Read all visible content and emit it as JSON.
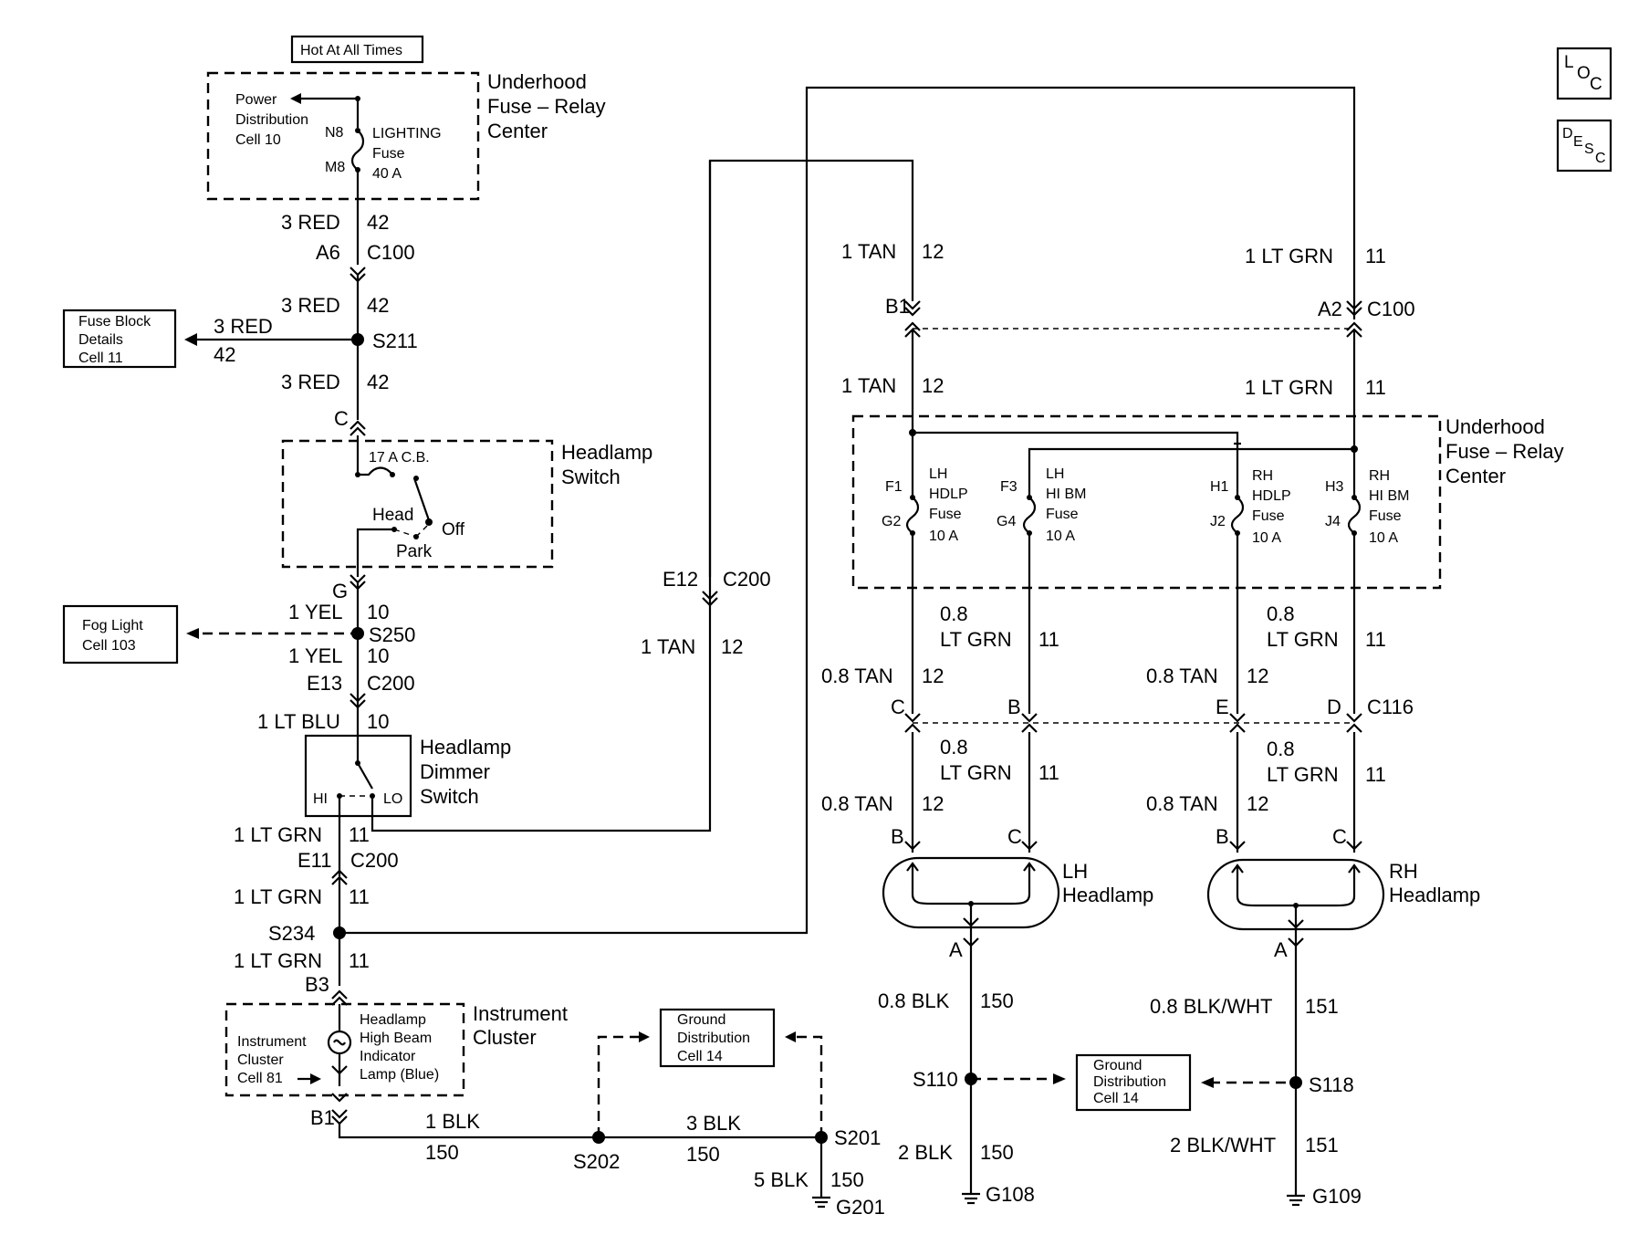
{
  "labels": {
    "hot_at_all_times": "Hot At All Times",
    "uh_fuse_top": [
      "Underhood",
      "Fuse – Relay",
      "Center"
    ],
    "power_dist": [
      "Power",
      "Distribution",
      "Cell 10"
    ],
    "n8": "N8",
    "m8": "M8",
    "lighting_fuse": [
      "LIGHTING",
      "Fuse",
      "40 A"
    ],
    "w_3red_a": "3 RED",
    "c_42_a": "42",
    "a6": "A6",
    "c100_a": "C100",
    "w_3red_b": "3 RED",
    "c_42_b": "42",
    "fuse_block": [
      "Fuse Block",
      "Details",
      "Cell 11"
    ],
    "w_3red_c": "3 RED",
    "c_42_c": "42",
    "s211": "S211",
    "w_3red_d": "3 RED",
    "c_42_d": "42",
    "pin_c_a": "C",
    "cb17": "17 A C.B.",
    "headlamp_switch": [
      "Headlamp",
      "Switch"
    ],
    "head": "Head",
    "off": "Off",
    "park": "Park",
    "pin_g": "G",
    "fog_light": [
      "Fog Light",
      "Cell 103"
    ],
    "w_1yel_a": "1 YEL",
    "c_10_a": "10",
    "s250": "S250",
    "w_1yel_b": "1 YEL",
    "c_10_b": "10",
    "e13": "E13",
    "c200_a": "C200",
    "w_1ltblu": "1 LT BLU",
    "c_10_c": "10",
    "dimmer": [
      "Headlamp",
      "Dimmer",
      "Switch"
    ],
    "hi": "HI",
    "lo": "LO",
    "w_1ltgrn_a": "1 LT GRN",
    "c_11_a": "11",
    "e11": "E11",
    "c200_b": "C200",
    "w_1ltgrn_b": "1 LT GRN",
    "c_11_b": "11",
    "s234": "S234",
    "w_1ltgrn_c": "1 LT GRN",
    "c_11_c": "11",
    "b3": "B3",
    "inst_cluster": [
      "Instrument",
      "Cluster"
    ],
    "inst_cell": [
      "Instrument",
      "Cluster",
      "Cell 81"
    ],
    "hb_lamp": [
      "Headlamp",
      "High Beam",
      "Indicator",
      "Lamp (Blue)"
    ],
    "b1_a": "B1",
    "w_1blk": "1 BLK",
    "c_150_a": "150",
    "s202": "S202",
    "w_3blk": "3 BLK",
    "c_150_b": "150",
    "s201": "S201",
    "w_5blk": "5 BLK",
    "c_150_c": "150",
    "g201": "G201",
    "gnd_dist_a": [
      "Ground",
      "Distribution",
      "Cell 14"
    ],
    "e12": "E12",
    "c200_c": "C200",
    "w_1tan_a": "1 TAN",
    "c_12_a": "12",
    "w_1tan_b": "1 TAN",
    "c_12_b": "12",
    "b1_b": "B1",
    "w_1tan_c": "1 TAN",
    "c_12_c": "12",
    "w_1ltgrn_d": "1 LT GRN",
    "c_11_d": "11",
    "a2": "A2",
    "c100_b": "C100",
    "w_1ltgrn_e": "1 LT GRN",
    "c_11_e": "11",
    "uh_fuse_right": [
      "Underhood",
      "Fuse – Relay",
      "Center"
    ],
    "f1": "F1",
    "g2": "G2",
    "lh_hdlp": [
      "LH",
      "HDLP",
      "Fuse",
      "10 A"
    ],
    "f3": "F3",
    "g4": "G4",
    "lh_hibm": [
      "LH",
      "HI BM",
      "Fuse",
      "10 A"
    ],
    "h1": "H1",
    "j2": "J2",
    "rh_hdlp": [
      "RH",
      "HDLP",
      "Fuse",
      "10 A"
    ],
    "h3": "H3",
    "j4": "J4",
    "rh_hibm": [
      "RH",
      "HI BM",
      "Fuse",
      "10 A"
    ],
    "w_08ltgrn_a": [
      "0.8",
      "LT GRN"
    ],
    "c_11_f": "11",
    "w_08ltgrn_b": [
      "0.8",
      "LT GRN"
    ],
    "c_11_g": "11",
    "w_08tan_a": "0.8 TAN",
    "c_12_d": "12",
    "w_08tan_b": "0.8 TAN",
    "c_12_e": "12",
    "pin_c_b": "C",
    "pin_b_a": "B",
    "pin_e": "E",
    "pin_d": "D",
    "c116": "C116",
    "w_08ltgrn_c": [
      "0.8",
      "LT GRN"
    ],
    "c_11_h": "11",
    "w_08ltgrn_d": [
      "0.8",
      "LT GRN"
    ],
    "c_11_i": "11",
    "w_08tan_c": "0.8 TAN",
    "c_12_f": "12",
    "w_08tan_d": "0.8 TAN",
    "c_12_g": "12",
    "pin_b_b": "B",
    "pin_c_c": "C",
    "pin_b_c": "B",
    "pin_c_d": "C",
    "lh_headlamp": [
      "LH",
      "Headlamp"
    ],
    "rh_headlamp": [
      "RH",
      "Headlamp"
    ],
    "pin_a_a": "A",
    "pin_a_b": "A",
    "w_08blk": "0.8 BLK",
    "c_150_d": "150",
    "w_08blkwht": "0.8 BLK/WHT",
    "c_151_a": "151",
    "s110": "S110",
    "s118": "S118",
    "gnd_dist_b": [
      "Ground",
      "Distribution",
      "Cell 14"
    ],
    "w_2blk": "2 BLK",
    "c_150_e": "150",
    "w_2blkwht": "2 BLK/WHT",
    "c_151_b": "151",
    "g108": "G108",
    "g109": "G109",
    "loc_l": "L",
    "loc_o": "O",
    "loc_c": "C",
    "desc_d": "D",
    "desc_e": "E",
    "desc_s": "S",
    "desc_c": "C"
  }
}
